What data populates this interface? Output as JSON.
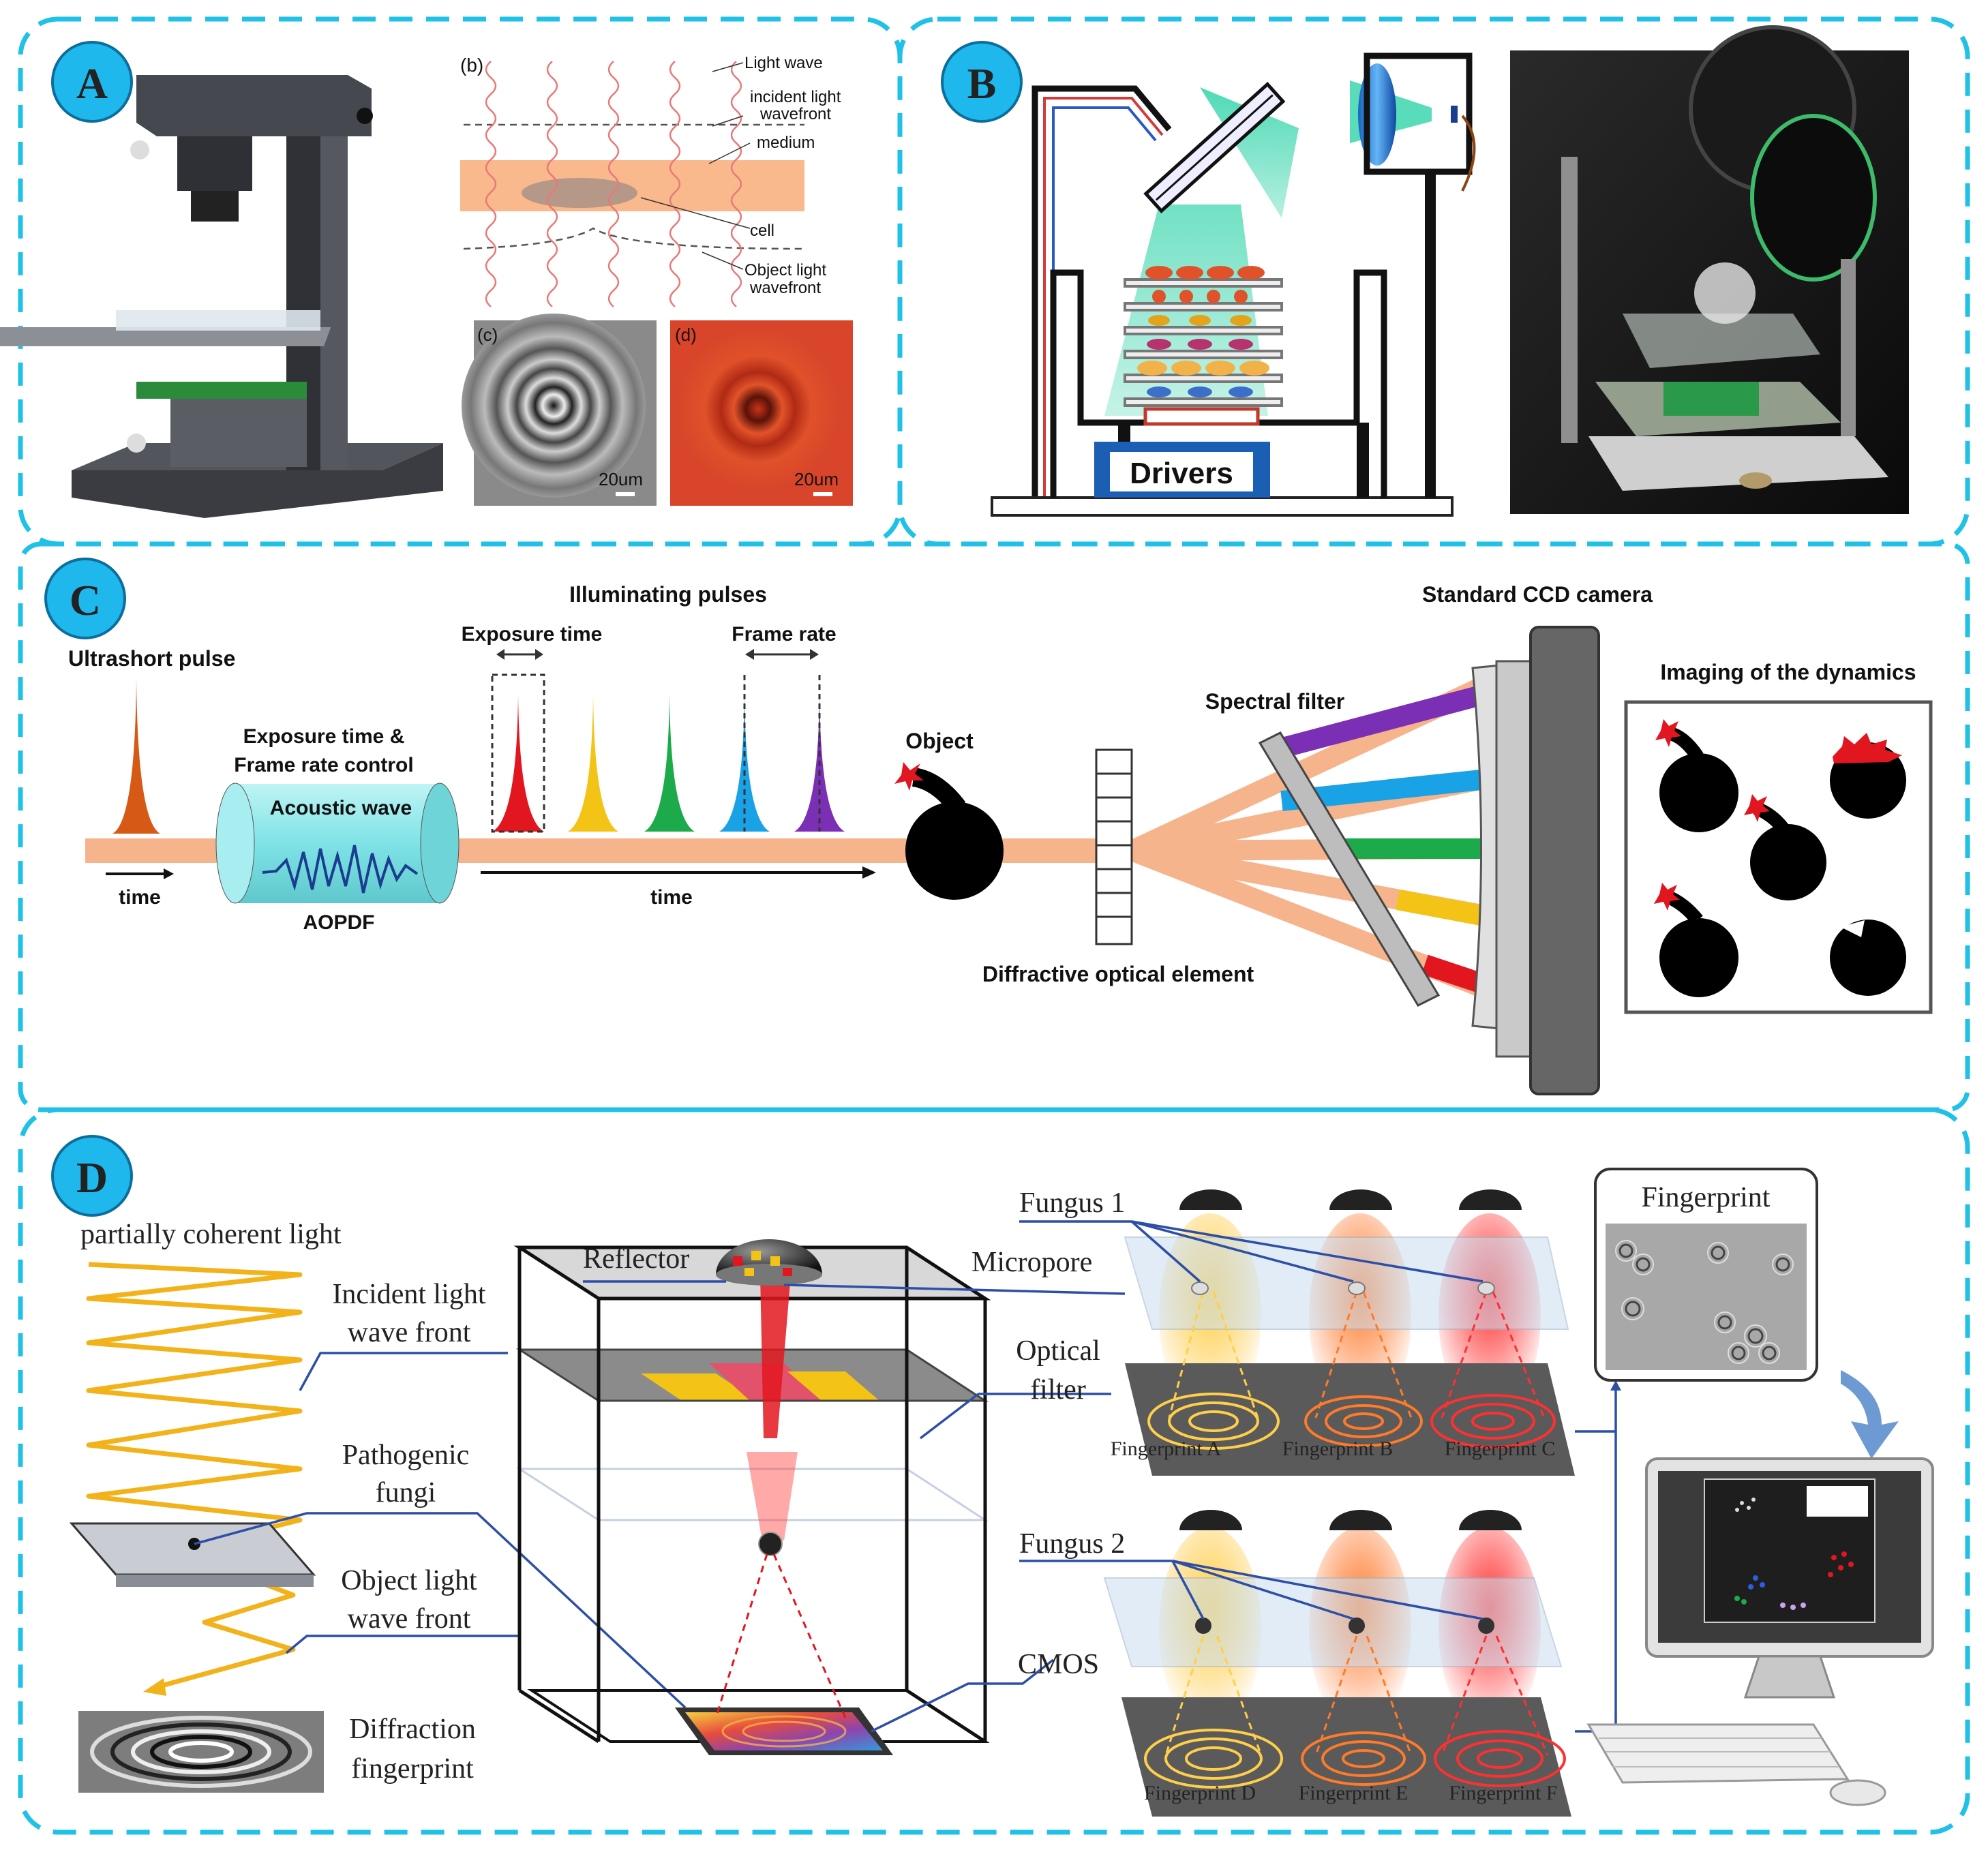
{
  "colors": {
    "frame": "#1fc1e6",
    "badge": "#1fb8ec",
    "beam": "#f6b48c",
    "violet": "#7b2fb5",
    "blue": "#19a2e6",
    "green": "#1daa4b",
    "yellow": "#f3c316",
    "red": "#e2161f",
    "orange": "#d65a16",
    "leader": "#2d4fa6",
    "gold": "#f2b21a"
  },
  "panels": {
    "a": {
      "badge": "A",
      "sub_b": "(b)",
      "sub_c": "(c)",
      "sub_d": "(d)",
      "light_wave": "Light wave",
      "incident_line1": "incident light",
      "incident_line2": "wavefront",
      "medium": "medium",
      "cell": "cell",
      "object_line1": "Object light",
      "object_line2": "wavefront",
      "scale_c": "20um",
      "scale_d": "20um"
    },
    "b": {
      "badge": "B",
      "drivers": "Drivers"
    },
    "c": {
      "badge": "C",
      "ultrashort": "Ultrashort pulse",
      "time_left": "time",
      "exposure_line1": "Exposure time &",
      "exposure_line2": "Frame rate control",
      "acoustic": "Acoustic wave",
      "aopdf": "AOPDF",
      "illuminating": "Illuminating pulses",
      "exposure_time": "Exposure time",
      "frame_rate": "Frame rate",
      "time_mid": "time",
      "object": "Object",
      "doe": "Diffractive optical element",
      "spectral": "Spectral filter",
      "ccd": "Standard CCD camera",
      "imaging": "Imaging of the dynamics"
    },
    "d": {
      "badge": "D",
      "partially": "partially  coherent light",
      "incident_line1": "Incident light",
      "incident_line2": "wave front",
      "pathogenic_line1": "Pathogenic",
      "pathogenic_line2": "fungi",
      "object_line1": "Object light",
      "object_line2": "wave front",
      "diffraction_line1": "Diffraction",
      "diffraction_line2": "fingerprint",
      "reflector": "Reflector",
      "fungus1": "Fungus 1",
      "micropore": "Micropore",
      "optical_line1": "Optical",
      "optical_line2": "filter",
      "fp_a": "Fingerprint A",
      "fp_b": "Fingerprint B",
      "fp_c": "Fingerprint C",
      "fungus2": "Fungus 2",
      "cmos": "CMOS",
      "fp_d": "Fingerprint D",
      "fp_e": "Fingerprint E",
      "fp_f": "Fingerprint F",
      "fingerprint": "Fingerprint"
    }
  }
}
